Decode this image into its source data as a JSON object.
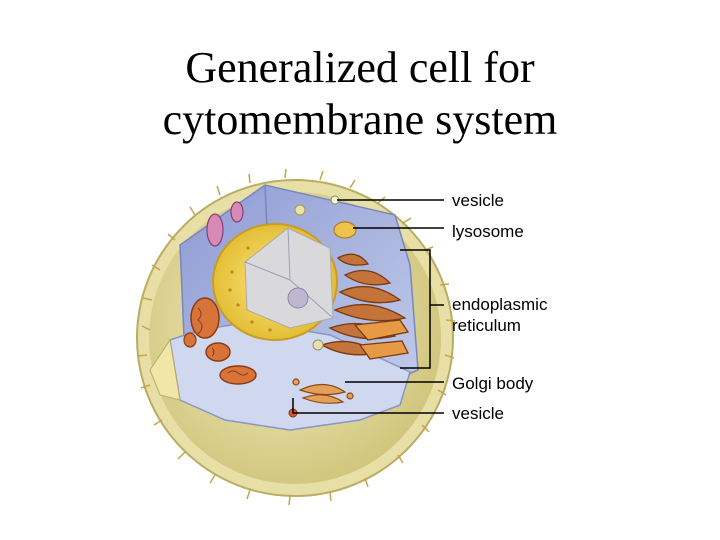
{
  "title": {
    "line1": "Generalized cell for",
    "line2": "cytomembrane system"
  },
  "labels": {
    "vesicle_top": "vesicle",
    "lysosome": "lysosome",
    "er_line1": "endoplasmic",
    "er_line2": "reticulum",
    "golgi": "Golgi body",
    "vesicle_bottom": "vesicle"
  },
  "colors": {
    "membrane": "#d9cf86",
    "cytoplasm": "#b9c7e8",
    "nucleus_envelope": "#f2d24a",
    "nucleoplasm": "#dcdcdc",
    "er": "#c4743a",
    "leader_line": "#000000"
  }
}
